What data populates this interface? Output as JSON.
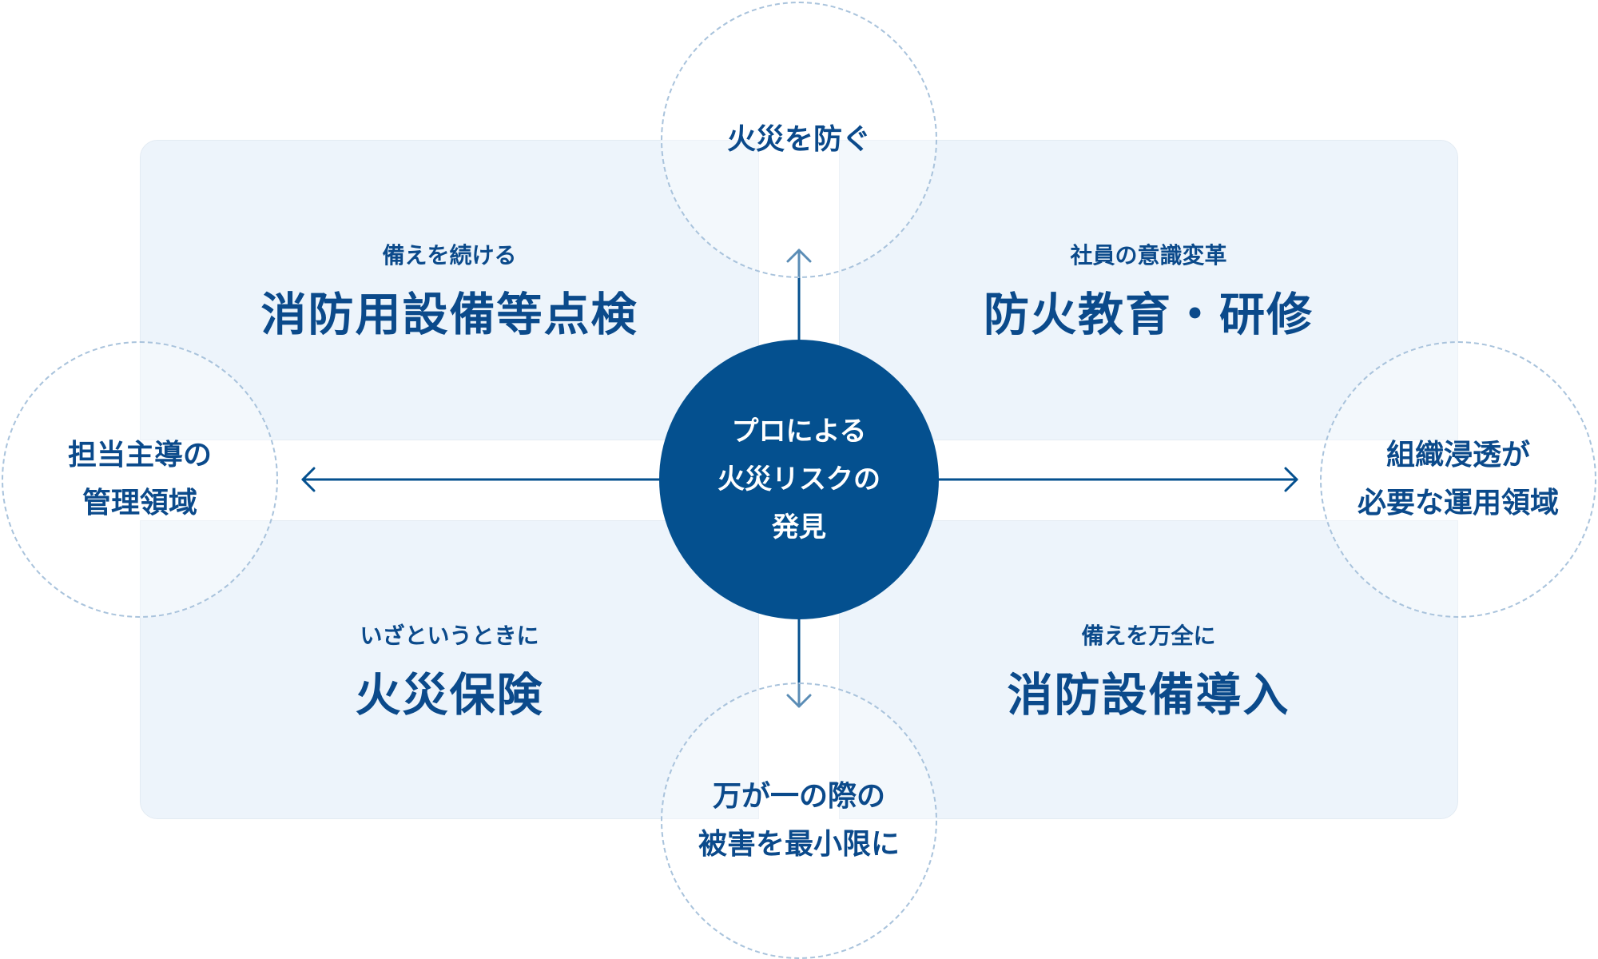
{
  "center": {
    "line1": "プロによる",
    "line2": "火災リスクの",
    "line3": "発見"
  },
  "quadrants": {
    "top_left": {
      "subtitle": "備えを続ける",
      "title": "消防用設備等点検"
    },
    "top_right": {
      "subtitle": "社員の意識変革",
      "title": "防火教育・研修"
    },
    "bottom_left": {
      "subtitle": "いざというときに",
      "title": "火災保険"
    },
    "bottom_right": {
      "subtitle": "備えを万全に",
      "title": "消防設備導入"
    }
  },
  "axes": {
    "top": {
      "line1": "火災を防ぐ"
    },
    "bottom": {
      "line1": "万が一の際の",
      "line2": "被害を最小限に"
    },
    "left": {
      "line1": "担当主導の",
      "line2": "管理領域"
    },
    "right": {
      "line1": "組織浸透が",
      "line2": "必要な運用領域"
    }
  },
  "colors": {
    "primary": "#04508f",
    "text": "#0b4a8b",
    "quadrant_bg": "#edf4fb",
    "dashed": "#a9c3dc"
  }
}
